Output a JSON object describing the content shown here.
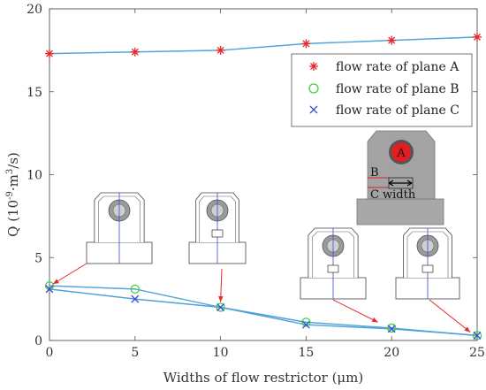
{
  "chart_data": {
    "type": "line",
    "xlabel": "Widths of flow restrictor (μm)",
    "ylabel_main": "Q (10",
    "ylabel_exp1": "-9",
    "ylabel_mid": "·m",
    "ylabel_exp2": "3",
    "ylabel_end": "/s)",
    "xlim": [
      0,
      25
    ],
    "ylim": [
      0,
      20
    ],
    "xticks": [
      0,
      5,
      10,
      15,
      20,
      25
    ],
    "yticks": [
      0,
      5,
      10,
      15,
      20
    ],
    "x": [
      0,
      5,
      10,
      15,
      20,
      25
    ],
    "series": [
      {
        "name": "flow rate of plane A",
        "marker": "star",
        "color": "#e8262c",
        "values": [
          17.3,
          17.4,
          17.5,
          17.9,
          18.1,
          18.3
        ]
      },
      {
        "name": "flow rate of plane B",
        "marker": "circle",
        "color": "#3fd23c",
        "values": [
          3.3,
          3.1,
          2.0,
          1.1,
          0.75,
          0.3
        ]
      },
      {
        "name": "flow rate of plane C",
        "marker": "x",
        "color": "#3a4bd6",
        "values": [
          3.1,
          2.5,
          2.0,
          0.95,
          0.7,
          0.3
        ]
      }
    ],
    "line_color": "#4fa3d9",
    "legend_placement": "top-right",
    "grid": false
  },
  "inset": {
    "label_a": "A",
    "label_b": "B",
    "label_c": "C",
    "label_width": "width"
  }
}
